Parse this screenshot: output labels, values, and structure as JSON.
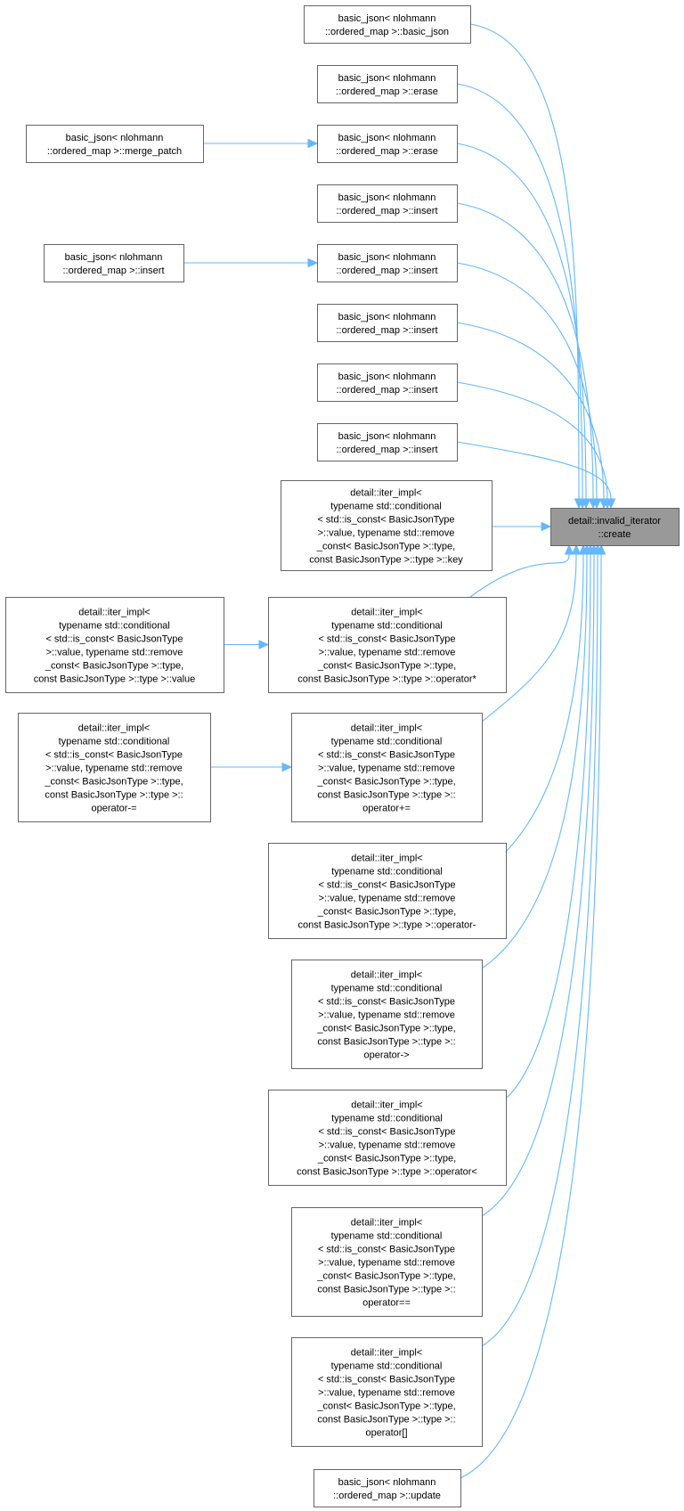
{
  "target": {
    "id": "invalid_iterator_create",
    "lines": [
      "detail::invalid_iterator",
      "::create"
    ]
  },
  "nodes": [
    {
      "id": "n1",
      "lines": [
        "basic_json< nlohmann",
        "::ordered_map >::basic_json"
      ]
    },
    {
      "id": "n2",
      "lines": [
        "basic_json< nlohmann",
        "::ordered_map >::erase"
      ]
    },
    {
      "id": "n3",
      "lines": [
        "basic_json< nlohmann",
        "::ordered_map >::erase"
      ]
    },
    {
      "id": "n3a",
      "lines": [
        "basic_json< nlohmann",
        "::ordered_map >::merge_patch"
      ]
    },
    {
      "id": "n4",
      "lines": [
        "basic_json< nlohmann",
        "::ordered_map >::insert"
      ]
    },
    {
      "id": "n5",
      "lines": [
        "basic_json< nlohmann",
        "::ordered_map >::insert"
      ]
    },
    {
      "id": "n5a",
      "lines": [
        "basic_json< nlohmann",
        "::ordered_map >::insert"
      ]
    },
    {
      "id": "n6",
      "lines": [
        "basic_json< nlohmann",
        "::ordered_map >::insert"
      ]
    },
    {
      "id": "n7",
      "lines": [
        "basic_json< nlohmann",
        "::ordered_map >::insert"
      ]
    },
    {
      "id": "n8",
      "lines": [
        "basic_json< nlohmann",
        "::ordered_map >::insert"
      ]
    },
    {
      "id": "n9",
      "lines": [
        "detail::iter_impl<",
        " typename std::conditional",
        "< std::is_const< BasicJsonType",
        " >::value, typename std::remove",
        "_const< BasicJsonType >::type,",
        " const BasicJsonType >::type >::key"
      ]
    },
    {
      "id": "n10",
      "lines": [
        "detail::iter_impl<",
        " typename std::conditional",
        "< std::is_const< BasicJsonType",
        " >::value, typename std::remove",
        "_const< BasicJsonType >::type,",
        " const BasicJsonType >::type >::operator*"
      ]
    },
    {
      "id": "n10a",
      "lines": [
        "detail::iter_impl<",
        " typename std::conditional",
        "< std::is_const< BasicJsonType",
        " >::value, typename std::remove",
        "_const< BasicJsonType >::type,",
        " const BasicJsonType >::type >::value"
      ]
    },
    {
      "id": "n11",
      "lines": [
        "detail::iter_impl<",
        " typename std::conditional",
        "< std::is_const< BasicJsonType",
        " >::value, typename std::remove",
        "_const< BasicJsonType >::type,",
        " const BasicJsonType >::type >::",
        "operator+="
      ]
    },
    {
      "id": "n11a",
      "lines": [
        "detail::iter_impl<",
        " typename std::conditional",
        "< std::is_const< BasicJsonType",
        " >::value, typename std::remove",
        "_const< BasicJsonType >::type,",
        " const BasicJsonType >::type >::",
        "operator-="
      ]
    },
    {
      "id": "n12",
      "lines": [
        "detail::iter_impl<",
        " typename std::conditional",
        "< std::is_const< BasicJsonType",
        " >::value, typename std::remove",
        "_const< BasicJsonType >::type,",
        " const BasicJsonType >::type >::operator-"
      ]
    },
    {
      "id": "n13",
      "lines": [
        "detail::iter_impl<",
        " typename std::conditional",
        "< std::is_const< BasicJsonType",
        " >::value, typename std::remove",
        "_const< BasicJsonType >::type,",
        " const BasicJsonType >::type >::",
        "operator->"
      ]
    },
    {
      "id": "n14",
      "lines": [
        "detail::iter_impl<",
        " typename std::conditional",
        "< std::is_const< BasicJsonType",
        " >::value, typename std::remove",
        "_const< BasicJsonType >::type,",
        " const BasicJsonType >::type >::operator<"
      ]
    },
    {
      "id": "n15",
      "lines": [
        "detail::iter_impl<",
        " typename std::conditional",
        "< std::is_const< BasicJsonType",
        " >::value, typename std::remove",
        "_const< BasicJsonType >::type,",
        " const BasicJsonType >::type >::",
        "operator=="
      ]
    },
    {
      "id": "n16",
      "lines": [
        "detail::iter_impl<",
        " typename std::conditional",
        "< std::is_const< BasicJsonType",
        " >::value, typename std::remove",
        "_const< BasicJsonType >::type,",
        " const BasicJsonType >::type >::",
        "operator[]"
      ]
    },
    {
      "id": "n17",
      "lines": [
        "basic_json< nlohmann",
        "::ordered_map >::update"
      ]
    }
  ],
  "edges": [
    {
      "from": "n1",
      "to": "invalid_iterator_create"
    },
    {
      "from": "n2",
      "to": "invalid_iterator_create"
    },
    {
      "from": "n3",
      "to": "invalid_iterator_create"
    },
    {
      "from": "n3a",
      "to": "n3"
    },
    {
      "from": "n4",
      "to": "invalid_iterator_create"
    },
    {
      "from": "n5",
      "to": "invalid_iterator_create"
    },
    {
      "from": "n5a",
      "to": "n5"
    },
    {
      "from": "n6",
      "to": "invalid_iterator_create"
    },
    {
      "from": "n7",
      "to": "invalid_iterator_create"
    },
    {
      "from": "n8",
      "to": "invalid_iterator_create"
    },
    {
      "from": "n9",
      "to": "invalid_iterator_create"
    },
    {
      "from": "n10",
      "to": "invalid_iterator_create"
    },
    {
      "from": "n10a",
      "to": "n10"
    },
    {
      "from": "n11",
      "to": "invalid_iterator_create"
    },
    {
      "from": "n11a",
      "to": "n11"
    },
    {
      "from": "n12",
      "to": "invalid_iterator_create"
    },
    {
      "from": "n13",
      "to": "invalid_iterator_create"
    },
    {
      "from": "n14",
      "to": "invalid_iterator_create"
    },
    {
      "from": "n15",
      "to": "invalid_iterator_create"
    },
    {
      "from": "n16",
      "to": "invalid_iterator_create"
    },
    {
      "from": "n17",
      "to": "invalid_iterator_create"
    }
  ],
  "colors": {
    "edge": "#63b8ff",
    "box_border": "#666666",
    "target_fill": "#999999"
  }
}
